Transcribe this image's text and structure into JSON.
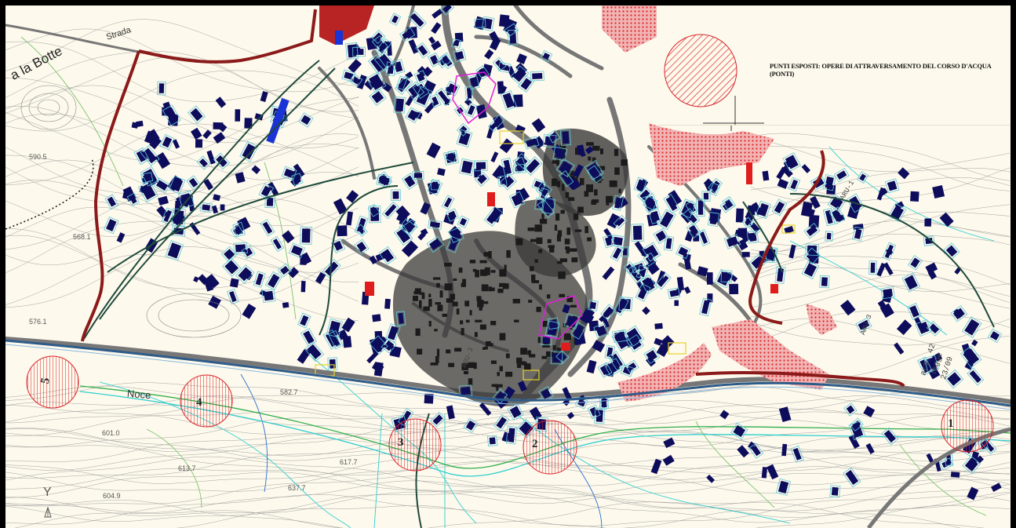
{
  "legend": {
    "title": "PUNTI ESPOSTI: OPERE DI ATTRAVERSAMENTO DEL CORSO D'ACQUA (PONTI)"
  },
  "labels": {
    "strada": "Strada",
    "la_botte": "a la Botte",
    "noce": "Noce",
    "annotation_1": "art. 42",
    "annotation_2": "legge",
    "annotation_3": "23/09",
    "arc_1": "ARU-1",
    "arc_2": "ARU-3",
    "arc_3": "ARU-3"
  },
  "elevations": [
    "590.5",
    "568.1",
    "576.1",
    "601.0",
    "617.7",
    "613.7",
    "637.7",
    "604.9",
    "582.7"
  ],
  "points": [
    {
      "id": "1",
      "label": "1"
    },
    {
      "id": "2",
      "label": "2"
    },
    {
      "id": "3",
      "label": "3"
    },
    {
      "id": "4",
      "label": "4"
    },
    {
      "id": "5",
      "label": "5"
    }
  ],
  "axis": {
    "y_label": "Y"
  },
  "colors": {
    "background": "#fdf9ec",
    "hatch": "#d9262b",
    "boundary": "#8b1a1a",
    "building": "#0d0d5c",
    "roads": "#777777",
    "water": "#2e5c8a"
  }
}
